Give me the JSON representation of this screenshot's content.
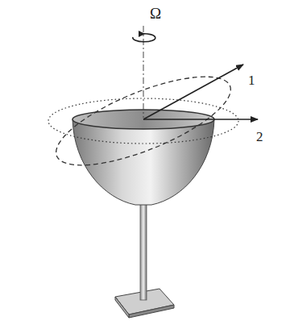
{
  "diagram": {
    "labels": [
      "Ω",
      "1",
      "2"
    ]
  }
}
